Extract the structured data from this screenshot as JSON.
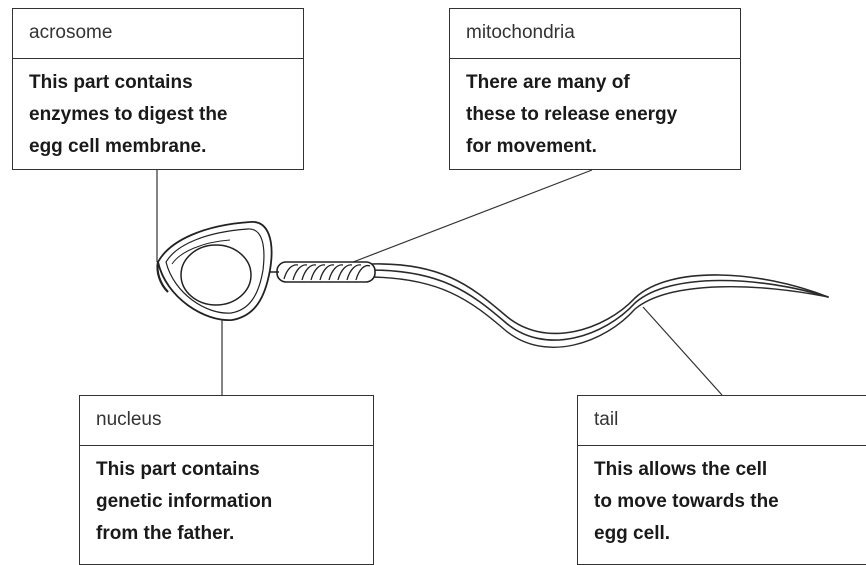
{
  "labels": {
    "acrosome": {
      "title": "acrosome",
      "lines": [
        "This part contains",
        "enzymes to digest the",
        "egg cell membrane."
      ]
    },
    "mitochondria": {
      "title": "mitochondria",
      "lines": [
        "There are many of",
        "these to release energy",
        "for movement."
      ]
    },
    "nucleus": {
      "title": "nucleus",
      "lines": [
        "This part contains",
        "genetic information",
        "from the father."
      ]
    },
    "tail": {
      "title": "tail",
      "lines": [
        "This allows the cell",
        "to move towards the",
        "egg cell."
      ]
    }
  }
}
